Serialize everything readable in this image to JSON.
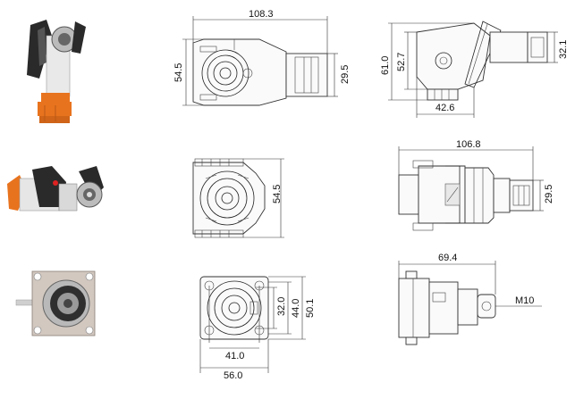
{
  "dimensions": {
    "top_front_width": "108.3",
    "top_front_height": "54.5",
    "top_front_right": "29.5",
    "top_side_61": "61.0",
    "top_side_52": "52.7",
    "top_side_32": "32.1",
    "top_side_bottom": "42.6",
    "mid_front_height": "54.5",
    "mid_side_width": "106.8",
    "mid_side_right": "29.5",
    "bot_front_32": "32.0",
    "bot_front_44": "44.0",
    "bot_front_50": "50.1",
    "bot_front_41": "41.0",
    "bot_front_56": "56.0",
    "bot_side_width": "69.4",
    "bot_side_thread": "M10"
  },
  "colors": {
    "orange": "#e8731e",
    "black": "#2a2a2a",
    "silver": "#c9c9c9",
    "line": "#222222"
  }
}
